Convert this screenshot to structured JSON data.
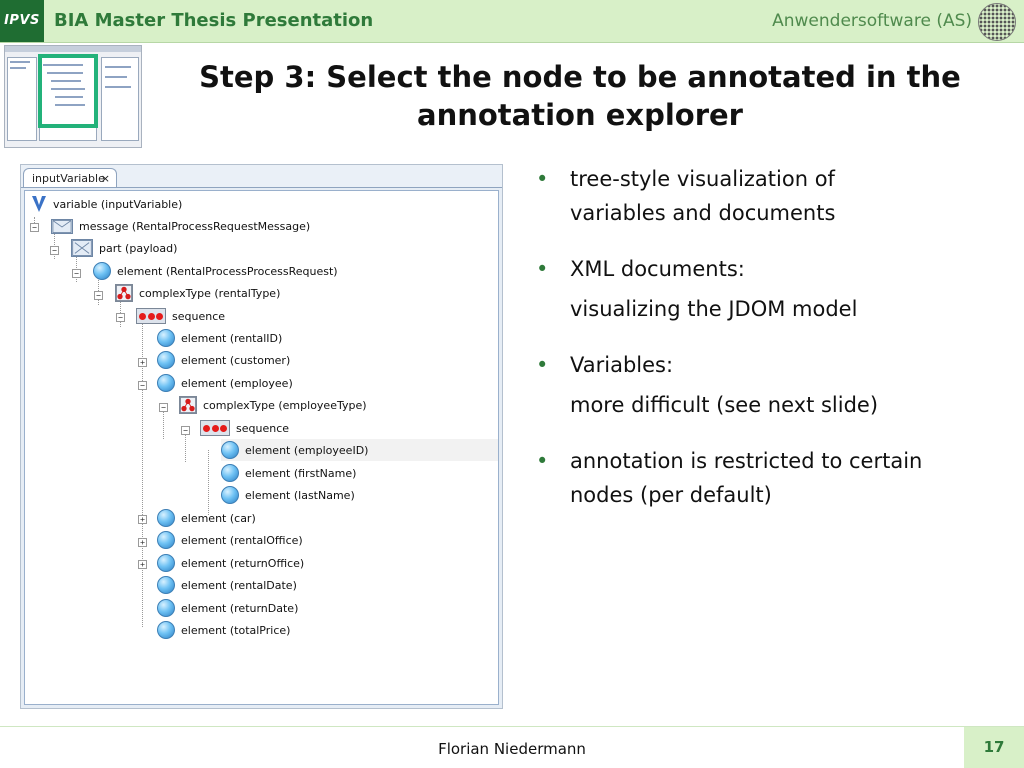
{
  "header": {
    "logo_text": "IPVS",
    "presentation_title": "BIA Master Thesis Presentation",
    "department": "Anwendersoftware (AS)"
  },
  "slide": {
    "title_line1": "Step 3: Select the node to be annotated in the",
    "title_line2": "annotation explorer"
  },
  "explorer": {
    "tab_label": "inputVariable",
    "tab_close": "×",
    "tree": [
      {
        "label": "variable (inputVariable)",
        "icon": "variable-icon"
      },
      {
        "label": "message (RentalProcessRequestMessage)",
        "icon": "message-icon"
      },
      {
        "label": "part (payload)",
        "icon": "part-icon"
      },
      {
        "label": "element (RentalProcessProcessRequest)",
        "icon": "element-icon"
      },
      {
        "label": "complexType (rentalType)",
        "icon": "complex-type-icon"
      },
      {
        "label": "sequence",
        "icon": "sequence-icon"
      },
      {
        "label": "element (rentalID)",
        "icon": "element-icon"
      },
      {
        "label": "element (customer)",
        "icon": "element-icon"
      },
      {
        "label": "element (employee)",
        "icon": "element-icon"
      },
      {
        "label": "complexType (employeeType)",
        "icon": "complex-type-icon"
      },
      {
        "label": "sequence",
        "icon": "sequence-icon"
      },
      {
        "label": "element (employeeID)",
        "icon": "element-icon",
        "selected": true
      },
      {
        "label": "element (firstName)",
        "icon": "element-icon"
      },
      {
        "label": "element (lastName)",
        "icon": "element-icon"
      },
      {
        "label": "element (car)",
        "icon": "element-icon"
      },
      {
        "label": "element (rentalOffice)",
        "icon": "element-icon"
      },
      {
        "label": "element (returnOffice)",
        "icon": "element-icon"
      },
      {
        "label": "element (rentalDate)",
        "icon": "element-icon"
      },
      {
        "label": "element (returnDate)",
        "icon": "element-icon"
      },
      {
        "label": "element (totalPrice)",
        "icon": "element-icon"
      }
    ]
  },
  "bullets": [
    {
      "lines": [
        "tree-style visualization of",
        "variables and documents"
      ]
    },
    {
      "lines": [
        "XML documents:",
        "visualizing the JDOM model"
      ]
    },
    {
      "lines": [
        "Variables:",
        "more difficult (see next slide)"
      ]
    },
    {
      "lines": [
        "annotation is restricted to certain",
        "nodes (per default)"
      ]
    }
  ],
  "footer": {
    "author": "Florian Niedermann",
    "page_number": "17"
  },
  "colors": {
    "header_bg": "#d8f0c8",
    "accent_green": "#2f7a3a",
    "highlight_frame": "#23b27a"
  }
}
